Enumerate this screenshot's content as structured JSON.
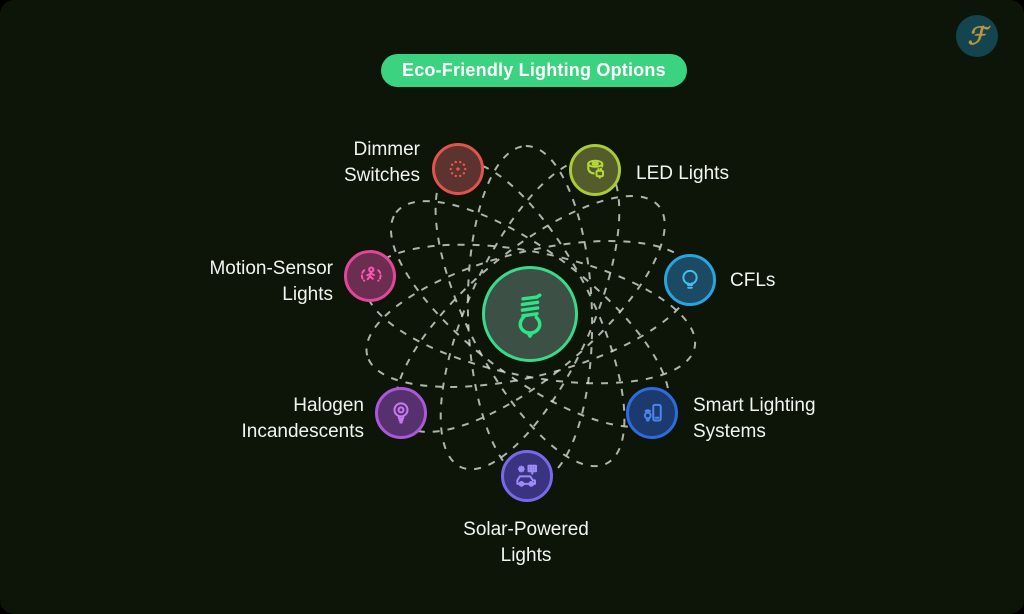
{
  "title": {
    "label": "Eco-Friendly Lighting Options",
    "background": "#3bd37f",
    "text_color": "#fdfefd"
  },
  "logo": {
    "glyph": "ℱ",
    "background": "#14454e",
    "glyph_color": "#bd9440"
  },
  "hub": {
    "icon": "cfl-spiral-bulb-icon",
    "border": "#38da8c",
    "fill": "#3d5046",
    "icon_color": "#2fe389"
  },
  "orbit": {
    "color": "#d6ddd4",
    "style": "dashed"
  },
  "nodes": [
    {
      "id": "dimmer-switches",
      "line1": "Dimmer",
      "line2": "Switches",
      "icon": "dimmer-dots-icon",
      "border": "#e0544d",
      "fill": "#5d3330",
      "icon_color": "#f2564d"
    },
    {
      "id": "led-lights",
      "line1": "LED Lights",
      "line2": "",
      "icon": "led-strip-icon",
      "border": "#a9cb38",
      "fill": "#545c2b",
      "icon_color": "#b8d839"
    },
    {
      "id": "cfls",
      "line1": "CFLs",
      "line2": "",
      "icon": "cfl-bulb-icon",
      "border": "#29a4e0",
      "fill": "#1c4a63",
      "icon_color": "#45bdf0"
    },
    {
      "id": "smart-lighting-systems",
      "line1": "Smart Lighting",
      "line2": "Systems",
      "icon": "smart-lighting-icon",
      "border": "#2d6ce0",
      "fill": "#1c3a6e",
      "icon_color": "#4a86f0"
    },
    {
      "id": "solar-powered-lights",
      "line1": "Solar-Powered",
      "line2": "Lights",
      "icon": "solar-car-icon",
      "border": "#7a68ea",
      "fill": "#3a3380",
      "icon_color": "#9d8cf5"
    },
    {
      "id": "halogen-incandescents",
      "line1": "Halogen",
      "line2": "Incandescents",
      "icon": "halogen-bulb-icon",
      "border": "#a958d8",
      "fill": "#57306e",
      "icon_color": "#c77bf0"
    },
    {
      "id": "motion-sensor-lights",
      "line1": "Motion-Sensor",
      "line2": "Lights",
      "icon": "motion-sensor-icon",
      "border": "#e0479a",
      "fill": "#6b2d50",
      "icon_color": "#ff55b0"
    }
  ]
}
